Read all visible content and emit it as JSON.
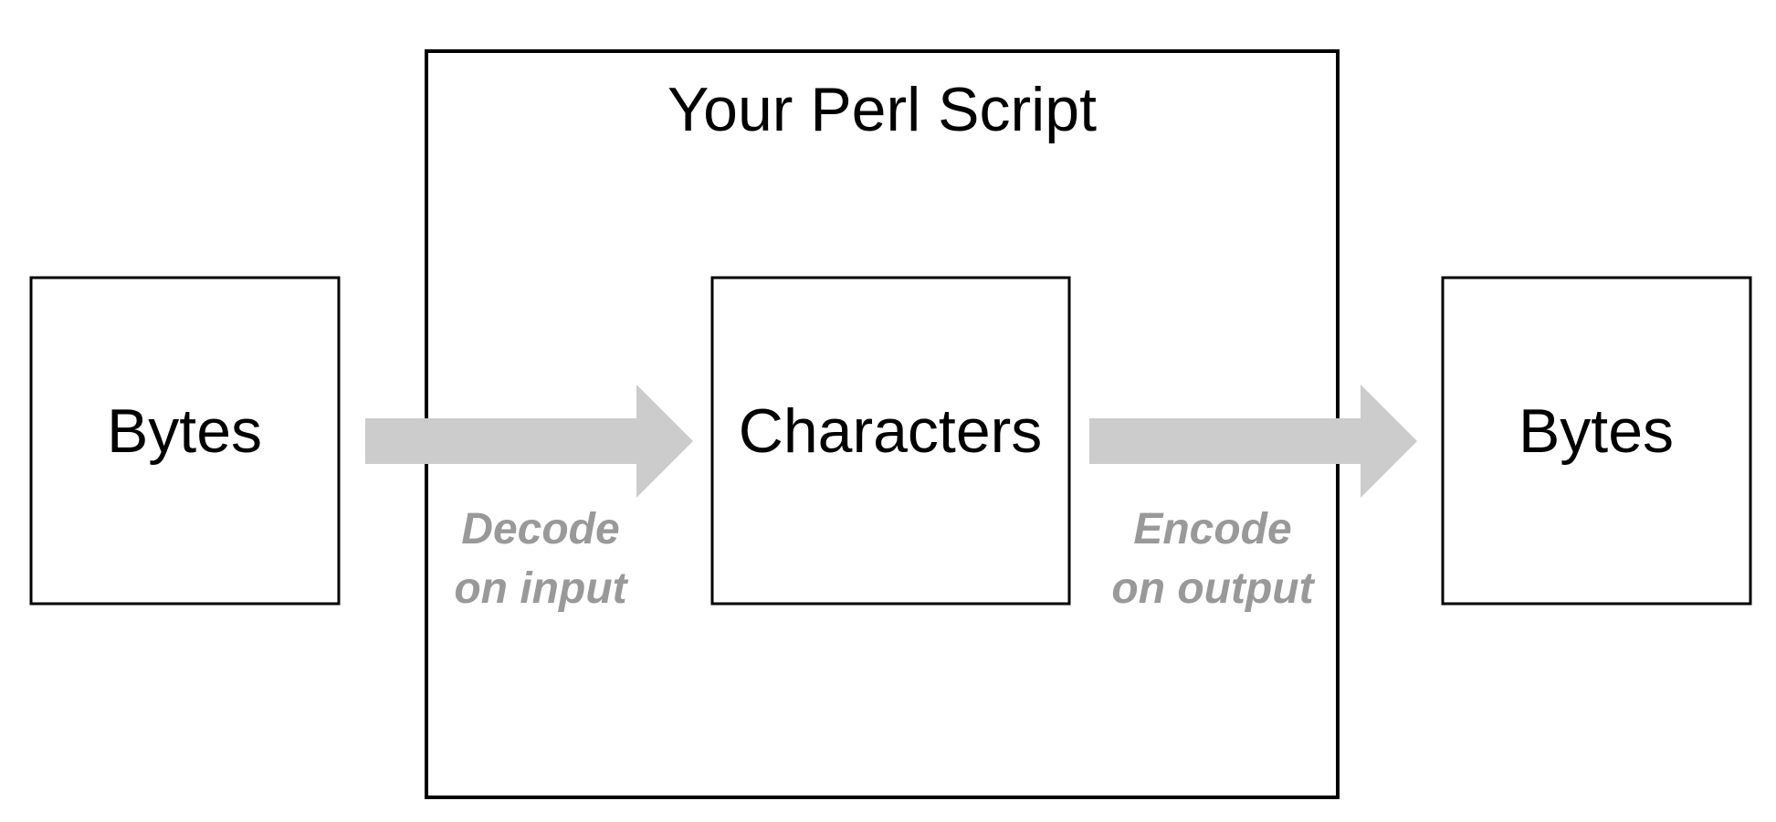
{
  "diagram": {
    "script_box": {
      "title": "Your Perl Script"
    },
    "input_box": {
      "label": "Bytes"
    },
    "characters_box": {
      "label": "Characters"
    },
    "output_box": {
      "label": "Bytes"
    },
    "decode_arrow": {
      "line1": "Decode",
      "line2": "on input"
    },
    "encode_arrow": {
      "line1": "Encode",
      "line2": "on output"
    }
  },
  "colors": {
    "stroke": "#000000",
    "arrow_fill": "#cccccc",
    "arrow_label": "#999999"
  }
}
